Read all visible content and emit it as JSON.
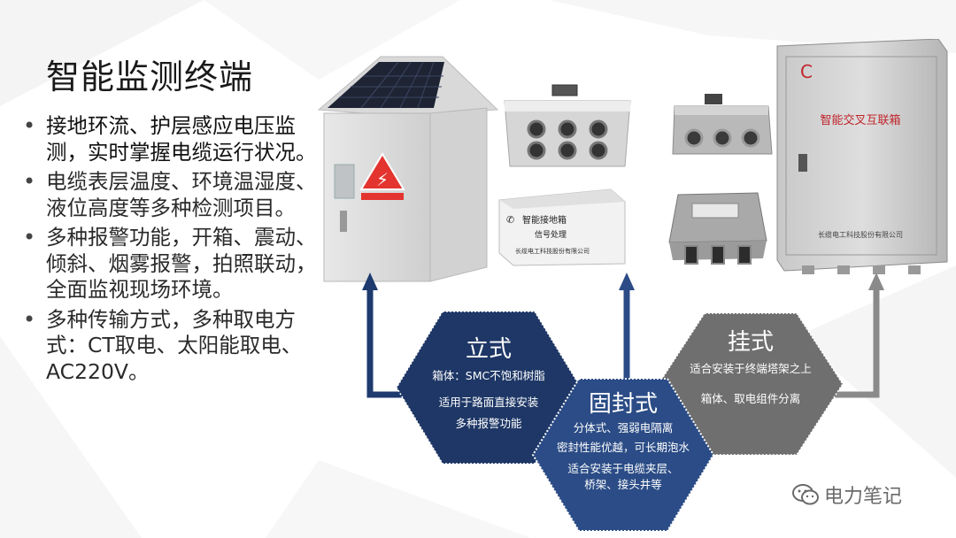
{
  "title": "智能监测终端",
  "bullets": [
    "接地环流、护层感应电压监测，实时掌握电缆运行状况。",
    "电缆表层温度、环境温湿度、液位高度等多种检测项目。",
    "多种报警功能，开箱、震动、倾斜、烟雾报警，拍照联动，全面监视现场环境。",
    "多种传输方式，多种取电方式：CT取电、太阳能取电、AC220V。"
  ],
  "hexes": {
    "standing": {
      "title": "立式",
      "lines": [
        "箱体：SMC不饱和树脂",
        "适用于路面直接安装",
        "多种报警功能"
      ]
    },
    "sealed": {
      "title": "固封式",
      "lines": [
        "分体式、强弱电隔离",
        "密封性能优越，可长期泡水",
        "适合安装于电缆夹层、",
        "桥架、接头井等"
      ]
    },
    "hanging": {
      "title": "挂式",
      "lines": [
        "适合安装于终端塔架之上",
        "箱体、取电组件分离"
      ]
    }
  },
  "products": {
    "small_box_label": [
      "智能接地箱",
      "信号处理",
      "长缆电工科技股份有限公司"
    ],
    "cabinet_label": "智能交叉互联箱",
    "cabinet_company": "长缆电工科技股份有限公司"
  },
  "watermark": "电力笔记",
  "colors": {
    "navy": "#1e3766",
    "navy_light": "#2b4c86",
    "gray_hex": "#6f6f6f",
    "arrow_blue": "#1e3a6e",
    "arrow_gray": "#8a8a8a"
  }
}
